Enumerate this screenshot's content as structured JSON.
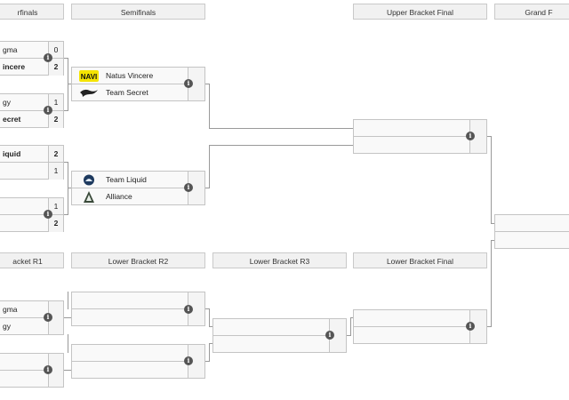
{
  "headers": {
    "quarterfinals": "rfinals",
    "semifinals": "Semifinals",
    "ub_final": "Upper Bracket Final",
    "grand_final": "Grand F",
    "lb_r1": "acket R1",
    "lb_r2": "Lower Bracket R2",
    "lb_r3": "Lower Bracket R3",
    "lb_final": "Lower Bracket Final"
  },
  "upper_bracket": {
    "qf1": {
      "t1": "gma",
      "s1": "0",
      "t2": "incere",
      "s2": "2"
    },
    "qf2": {
      "t1": "gy",
      "s1": "1",
      "t2": "ecret",
      "s2": "2"
    },
    "qf3": {
      "t1": "iquid",
      "s1": "2",
      "t2": "",
      "s2": "1"
    },
    "qf4": {
      "t1": "",
      "s1": "1",
      "t2": "",
      "s2": "2"
    },
    "sf1": {
      "t1": "Natus Vincere",
      "t1_logo": "navi-logo",
      "t2": "Team Secret",
      "t2_logo": "team-secret-logo"
    },
    "sf2": {
      "t1": "Team Liquid",
      "t1_logo": "team-liquid-logo",
      "t2": "Alliance",
      "t2_logo": "alliance-logo"
    }
  },
  "lower_bracket": {
    "r1a": {
      "t1": "gma",
      "t2": "gy"
    }
  },
  "icons": {
    "info": "i"
  },
  "colors": {
    "navi_yellow": "#f5e400",
    "line": "#999999",
    "header_bg": "#f1f1f1"
  }
}
